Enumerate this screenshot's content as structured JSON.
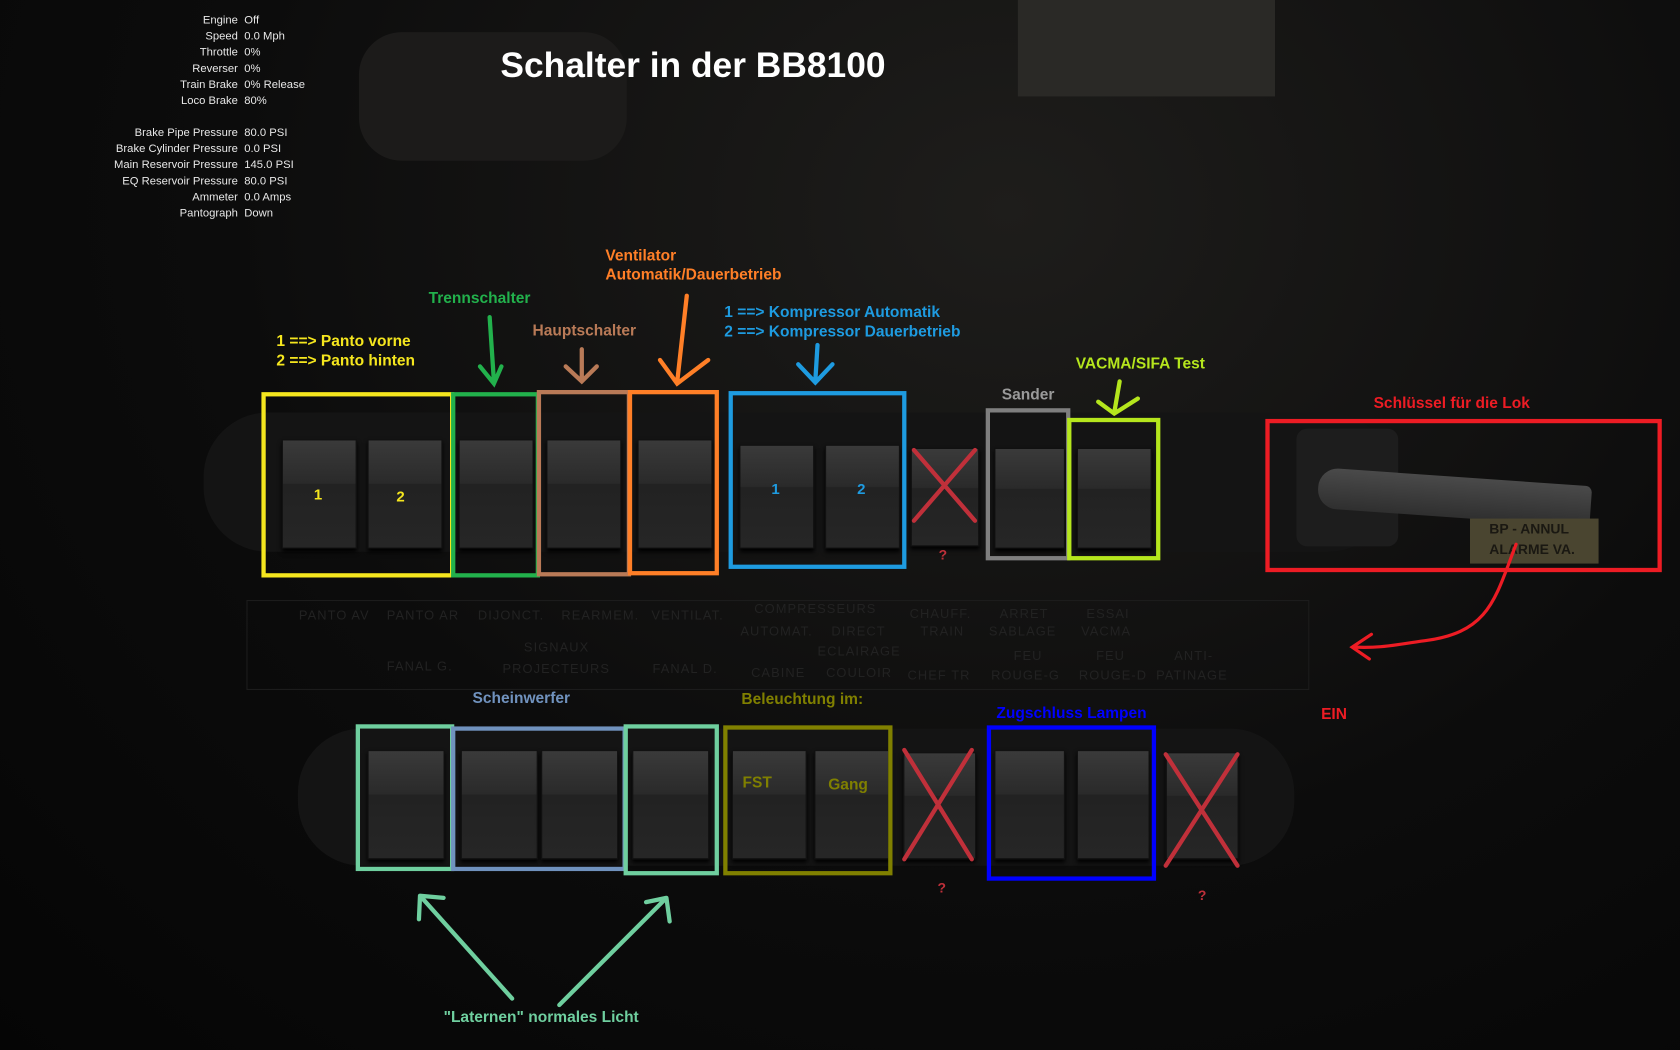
{
  "hud": [
    {
      "k": "Engine",
      "v": "Off"
    },
    {
      "k": "Speed",
      "v": "0.0 Mph"
    },
    {
      "k": "Throttle",
      "v": "0%"
    },
    {
      "k": "Reverser",
      "v": "0%"
    },
    {
      "k": "Train Brake",
      "v": "0% Release"
    },
    {
      "k": "Loco Brake",
      "v": "80%"
    },
    {
      "k": "Brake Pipe Pressure",
      "v": "80.0 PSI"
    },
    {
      "k": "Brake Cylinder Pressure",
      "v": "0.0 PSI"
    },
    {
      "k": "Main Reservoir Pressure",
      "v": "145.0 PSI"
    },
    {
      "k": "EQ Reservoir Pressure",
      "v": "80.0 PSI"
    },
    {
      "k": "Ammeter",
      "v": "0.0 Amps"
    },
    {
      "k": "Pantograph",
      "v": "Down"
    }
  ],
  "title": "Schalter in der BB8100",
  "labels": {
    "panto1": "1 ==> Panto vorne",
    "panto2": "2 ==> Panto hinten",
    "trenn": "Trennschalter",
    "haupt": "Hauptschalter",
    "vent1": "Ventilator",
    "vent2": "Automatik/Dauerbetrieb",
    "komp1": "1 ==> Kompressor Automatik",
    "komp2": "2 ==> Kompressor Dauerbetrieb",
    "vacma": "VACMA/SIFA Test",
    "sander": "Sander",
    "key": "Schlüssel für die Lok",
    "ein": "EIN",
    "schein": "Scheinwerfer",
    "beleucht": "Beleuchtung im:",
    "zug": "Zugschluss Lampen",
    "laternen": "\"Laternen\" normales Licht",
    "fst": "FST",
    "gang": "Gang",
    "n1": "1",
    "n2": "2",
    "k1": "1",
    "k2": "2",
    "q": "?"
  },
  "plate": {
    "panto_av": "PANTO AV",
    "panto_ar": "PANTO AR",
    "disjonct": "DIJONCT.",
    "rearmem": "REARMEM.",
    "ventilat": "VENTILAT.",
    "compresseurs": "COMPRESSEURS",
    "automat": "AUTOMAT.",
    "direct": "DIRECT",
    "chauff": "CHAUFF.",
    "train": "TRAIN",
    "arret": "ARRET",
    "sablage": "SABLAGE",
    "essai": "ESSAI",
    "vacma": "VACMA",
    "signaux": "SIGNAUX",
    "fanal_g": "FANAL G.",
    "projecteurs": "PROJECTEURS",
    "fanal_d": "FANAL D.",
    "eclairage": "ECLAIRAGE",
    "cabine": "CABINE",
    "couloir": "COULOIR",
    "chef_tr": "CHEF TR",
    "feu1": "FEU",
    "rouge_g": "ROUGE-G",
    "feu2": "FEU",
    "rouge_d": "ROUGE-D",
    "anti": "ANTI-",
    "patinage": "PATINAGE"
  },
  "sticker": {
    "l1": "BP - ANNUL",
    "l2": "ALARME VA."
  },
  "colors": {
    "yellow": "#ffff00",
    "green": "#22b14c",
    "brown": "#b97a57",
    "orange": "#ff7f27",
    "blue": "#00a2e8",
    "gray": "#7f7f7f",
    "lime": "#b5e61d",
    "red": "#ed1c24",
    "teal": "#6fcf9f",
    "steel": "#7092be",
    "olive": "#808000",
    "navy": "#0000ff"
  }
}
